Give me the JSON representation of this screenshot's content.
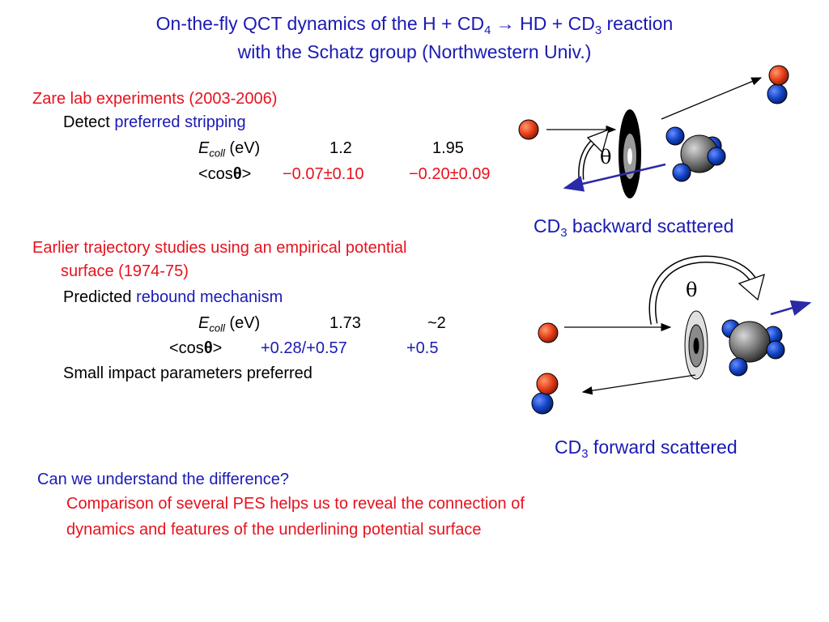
{
  "title": {
    "line1_a": "On-the-fly QCT dynamics of the H + CD",
    "line1_sub1": "4",
    "line1_arrow": "→",
    "line1_b": " HD + CD",
    "line1_sub2": "3",
    "line1_c": " reaction",
    "line2": "with the Schatz group (Northwestern Univ.)"
  },
  "zare": {
    "heading": "Zare lab experiments  (2003-2006)",
    "detect_prefix": "Detect ",
    "detect_value": "preferred stripping",
    "ecoll_E": "E",
    "ecoll_sub": "coll",
    "ecoll_unit": " (eV)",
    "ecoll_v1": "1.2",
    "ecoll_v2": "1.95",
    "cos_prefix": "<cos",
    "cos_theta": "θ",
    "cos_suffix": ">",
    "cos_v1": "−0.07±0.10",
    "cos_v2": "−0.20±0.09"
  },
  "earlier": {
    "heading1": "Earlier trajectory studies using an empirical potential",
    "heading2": "surface (1974-75)",
    "predicted_prefix": "Predicted ",
    "predicted_value": "rebound mechanism",
    "ecoll_E": "E",
    "ecoll_sub": "coll",
    "ecoll_unit": " (eV)",
    "ecoll_v1": "1.73",
    "ecoll_v2": "~2",
    "cos_prefix": "<cos",
    "cos_theta": "θ",
    "cos_suffix": ">",
    "cos_v1": "+0.28/+0.57",
    "cos_v2": "+0.5",
    "impact": "Small impact parameters preferred"
  },
  "diagrams": {
    "backward_theta": "θ",
    "backward_label_a": "CD",
    "backward_label_sub": "3",
    "backward_label_b": " backward scattered",
    "forward_theta": "θ",
    "forward_label_a": "CD",
    "forward_label_sub": "3",
    "forward_label_b": " forward scattered"
  },
  "question": {
    "line": "Can we understand the difference?",
    "answer1": "Comparison of several PES helps us to reveal the connection of",
    "answer2": "dynamics and features of the underlining potential surface"
  },
  "colors": {
    "title_blue": "#1a1ab4",
    "text_red": "#e6121e",
    "atom_red": "#e8401c",
    "atom_blue": "#1446c8",
    "atom_gray": "#6e6e6e"
  }
}
